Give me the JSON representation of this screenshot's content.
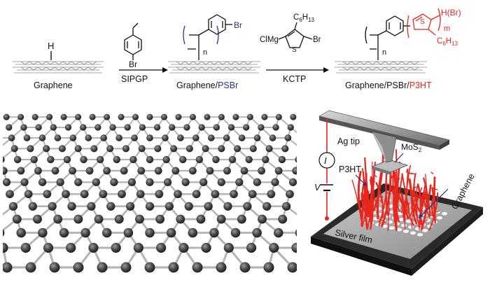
{
  "scheme": {
    "graphene_label": "Graphene",
    "graphene_h": "H",
    "step1_monomer_br": "Br",
    "step1_label": "SIPGP",
    "psbr_label_black": "Graphene/",
    "psbr_label_color": "PSBr",
    "psbr_br": "Br",
    "psbr_n": "n",
    "step2_reagent_clmg": "ClMg",
    "step2_reagent_s": "S",
    "step2_reagent_br": "Br",
    "step2_reagent_c6h13": "C",
    "step2_reagent_c6h13_sub": "6",
    "step2_reagent_c6h13_h": "H",
    "step2_reagent_c6h13_sub2": "13",
    "step2_label": "KCTP",
    "final_label_black": "Graphene/PSBr/",
    "final_label_color": "P3HT",
    "final_n": "n",
    "final_s": "S",
    "final_hbr": "H(Br)",
    "final_m": "m",
    "final_c6h13": "C",
    "final_c6h13_sub": "6",
    "final_c6h13_h": "H",
    "final_c6h13_sub2": "13"
  },
  "device": {
    "ag_tip": "Ag tip",
    "current_symbol": "I",
    "voltage_symbol": "V",
    "mos2": "MoS",
    "mos2_sub": "2",
    "p3ht": "P3HT",
    "graphene": "Graphene",
    "silver_film": "Silver film"
  },
  "colors": {
    "navy": "#2b2f8f",
    "red": "#e8261c",
    "atom": "#3d3d3d"
  }
}
